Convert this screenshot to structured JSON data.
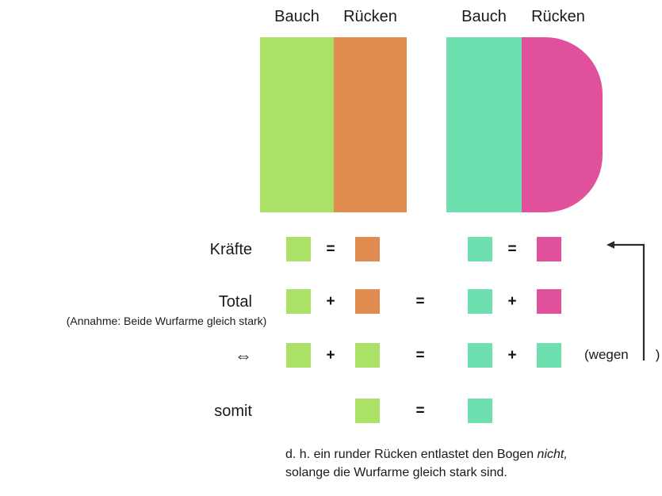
{
  "colors": {
    "belly_green": "#ACE167",
    "back_orange": "#E08B4F",
    "belly_teal": "#6EDFAE",
    "back_pink": "#E0509B",
    "text": "#1a1a1a",
    "arrow": "#2b2b2b"
  },
  "headers": [
    {
      "label": "Bauch",
      "name": "header-left-bauch"
    },
    {
      "label": "Rücken",
      "name": "header-left-ruecken"
    },
    {
      "label": "Bauch",
      "name": "header-right-bauch"
    },
    {
      "label": "Rücken",
      "name": "header-right-ruecken"
    }
  ],
  "diagram": {
    "left_limb": {
      "belly_label": "Bauch",
      "back_label": "Rücken",
      "belly_color": "#ACE167",
      "back_color": "#E08B4F",
      "back_shape": "straight"
    },
    "right_limb": {
      "belly_label": "Bauch",
      "back_label": "Rücken",
      "belly_color": "#6EDFAE",
      "back_color": "#E0509B",
      "back_shape": "rounded"
    }
  },
  "rows": [
    {
      "label": "Kräfte",
      "sublabel": "",
      "op_a": "=",
      "op_mid": "",
      "op_b": "="
    },
    {
      "label": "Total",
      "sublabel": "(Annahme: Beide Wurfarme gleich stark)",
      "op_a": "+",
      "op_mid": "=",
      "op_b": "+"
    },
    {
      "label": "⇔",
      "sublabel": "",
      "op_a": "+",
      "op_mid": "=",
      "op_b": "+"
    },
    {
      "label": "somit",
      "sublabel": "",
      "op_a": "",
      "op_mid": "=",
      "op_b": ""
    }
  ],
  "annotation": {
    "wegen_open": "(wegen",
    "wegen_close": ")",
    "arrow_direction": "left"
  },
  "conclusion": {
    "line1_before": "d. h. ein runder Rücken entlastet den Bogen ",
    "line1_italic": "nicht,",
    "line2": "solange die Wurfarme gleich stark sind."
  }
}
